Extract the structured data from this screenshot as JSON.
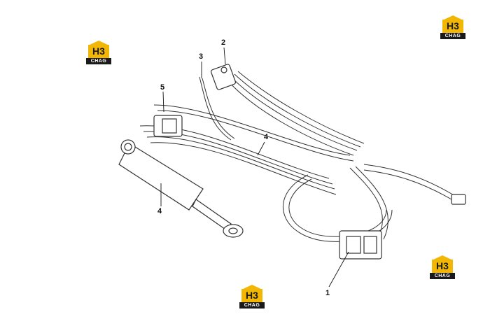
{
  "callouts": [
    {
      "label": "1"
    },
    {
      "label": "2"
    },
    {
      "label": "3"
    },
    {
      "label": "4"
    },
    {
      "label": "4"
    },
    {
      "label": "5"
    }
  ],
  "watermark": {
    "mark_text": "H3",
    "brand_text": "CHAG",
    "colors": {
      "mark": "#f2b705",
      "band": "#1a1a1a"
    }
  }
}
